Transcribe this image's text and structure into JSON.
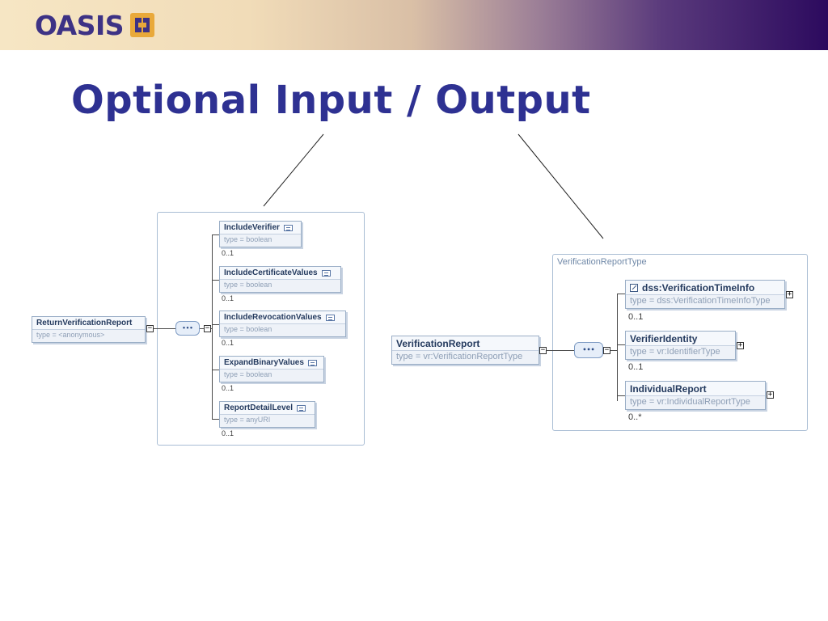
{
  "header": {
    "logo_text": "OASIS",
    "logo_mark": "oasis-logo-mark",
    "banner_colors": [
      "#f6e6c4",
      "#d9bfa6",
      "#5a3a7c",
      "#2c0a5e"
    ],
    "logo_color": "#3d3285"
  },
  "slide": {
    "title": "Optional Input / Output",
    "title_color": "#2e3192"
  },
  "left_diagram": {
    "root": {
      "name": "ReturnVerificationReport",
      "type": "type = <anonymous>"
    },
    "compositor": "sequence",
    "children": [
      {
        "name": "IncludeVerifier",
        "type": "type = boolean",
        "cardinality": "0..1"
      },
      {
        "name": "IncludeCertificateValues",
        "type": "type = boolean",
        "cardinality": "0..1"
      },
      {
        "name": "IncludeRevocationValues",
        "type": "type = boolean",
        "cardinality": "0..1"
      },
      {
        "name": "ExpandBinaryValues",
        "type": "type = boolean",
        "cardinality": "0..1"
      },
      {
        "name": "ReportDetailLevel",
        "type": "type = anyURI",
        "cardinality": "0..1"
      }
    ]
  },
  "right_diagram": {
    "panel_label": "VerificationReportType",
    "root": {
      "name": "VerificationReport",
      "type": "type = vr:VerificationReportType"
    },
    "compositor": "sequence",
    "children": [
      {
        "name": "dss:VerificationTimeInfo",
        "type": "type = dss:VerificationTimeInfoType",
        "cardinality": "0..1",
        "is_reference": true
      },
      {
        "name": "VerifierIdentity",
        "type": "type = vr:IdentifierType",
        "cardinality": "0..1",
        "is_reference": false
      },
      {
        "name": "IndividualReport",
        "type": "type = vr:IndividualReportType",
        "cardinality": "0..*",
        "is_reference": false
      }
    ]
  },
  "symbols": {
    "collapse": "−",
    "expand": "+",
    "sequence_dots": "•••"
  }
}
